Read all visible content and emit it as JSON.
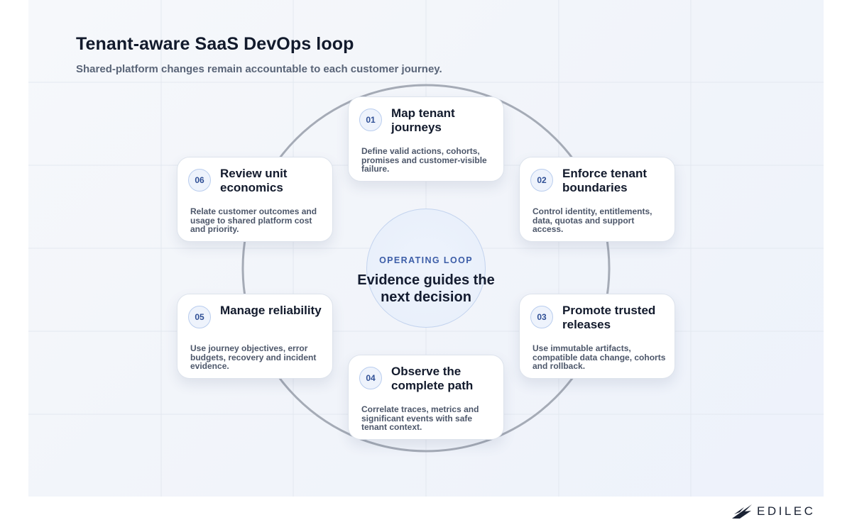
{
  "header": {
    "title": "Tenant-aware SaaS DevOps loop",
    "subtitle": "Shared-platform changes remain accountable to each customer journey."
  },
  "center": {
    "kicker": "OPERATING LOOP",
    "text": "Evidence guides the next decision"
  },
  "steps": [
    {
      "number": "01",
      "title": "Map tenant journeys",
      "description": "Define valid actions, cohorts, promises and customer-visible failure."
    },
    {
      "number": "02",
      "title": "Enforce tenant boundaries",
      "description": "Control identity, entitlements, data, quotas and support access."
    },
    {
      "number": "03",
      "title": "Promote trusted releases",
      "description": "Use immutable artifacts, compatible data change, cohorts and rollback."
    },
    {
      "number": "04",
      "title": "Observe the complete path",
      "description": "Correlate traces, metrics and significant events with safe tenant context."
    },
    {
      "number": "05",
      "title": "Manage reliability",
      "description": "Use journey objectives, error budgets, recovery and incident evidence."
    },
    {
      "number": "06",
      "title": "Review unit economics",
      "description": "Relate customer outcomes and usage to shared platform cost and priority."
    }
  ],
  "logo": {
    "text": "EDILEC",
    "icon": "bird-wing-icon"
  },
  "colors": {
    "accent": "#3d5ea8",
    "ring": "#9ca3af",
    "card_border": "#dde3ec"
  }
}
